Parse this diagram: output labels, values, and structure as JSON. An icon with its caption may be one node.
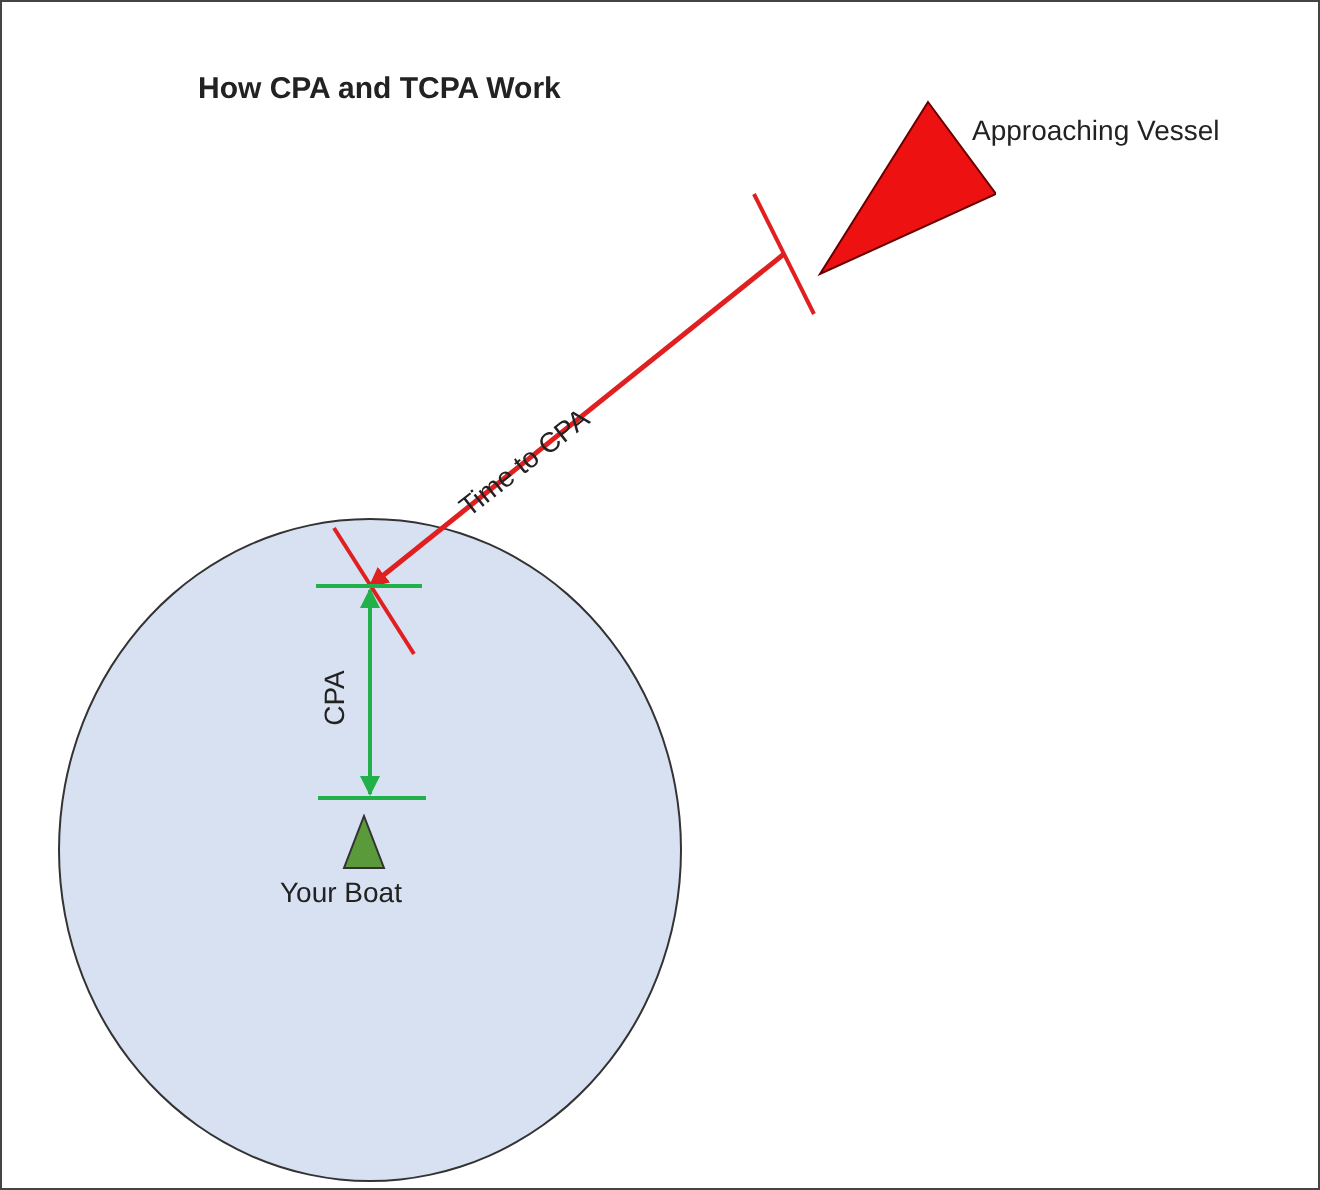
{
  "diagram": {
    "title": "How CPA and TCPA Work",
    "nodes": [
      {
        "text": [],
        "shape": "circle"
      },
      {
        "text": [
          "Your Boat"
        ],
        "in": 0
      },
      {
        "text": [
          "Approaching Vessel"
        ]
      }
    ],
    "labels": [
      "Time to CPA",
      "CPA"
    ]
  }
}
